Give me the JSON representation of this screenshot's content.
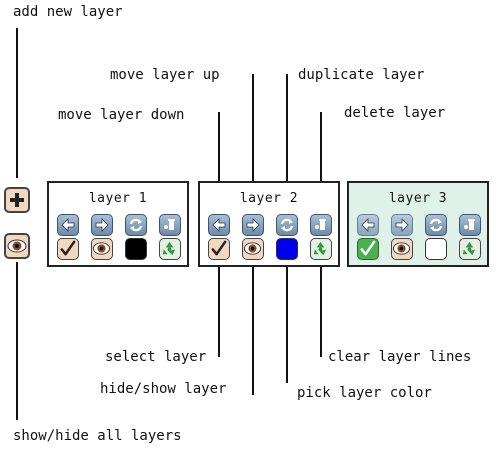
{
  "annotations": {
    "add_new_layer": "add new layer",
    "move_layer_up": "move layer up",
    "duplicate_layer": "duplicate layer",
    "move_layer_down": "move layer down",
    "delete_layer": "delete layer",
    "select_layer": "select layer",
    "hide_show_layer": "hide/show layer",
    "clear_layer_lines": "clear layer lines",
    "pick_layer_color": "pick layer color",
    "show_hide_all_layers": "show/hide all layers"
  },
  "layers": [
    {
      "title": "layer 1",
      "color": "#000000",
      "selected_style": "unchecked",
      "bg": "#ffffff"
    },
    {
      "title": "layer 2",
      "color": "#0000ee",
      "selected_style": "unchecked",
      "bg": "#ffffff"
    },
    {
      "title": "layer 3",
      "color": "#ffffff",
      "selected_style": "checked",
      "bg": "#dff2ea"
    }
  ],
  "icons": {
    "add": "plus-icon",
    "eye": "eye-icon",
    "left": "arrow-left-icon",
    "right": "arrow-right-icon",
    "duplicate": "duplicate-icon",
    "delete": "trash-icon",
    "check": "check-icon",
    "recycle": "recycle-icon"
  }
}
